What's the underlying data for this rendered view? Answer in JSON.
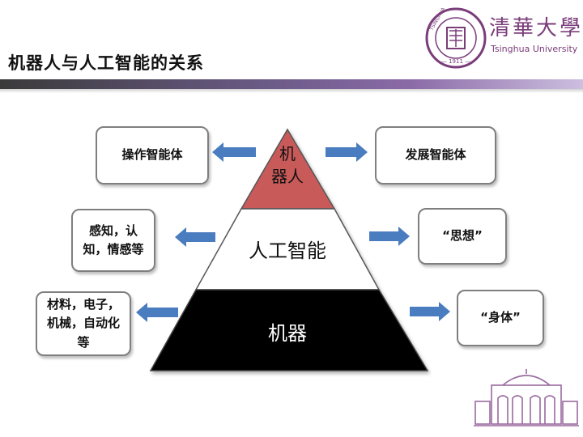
{
  "title": "机器人与人工智能的关系",
  "logo": {
    "cn": "清華大學",
    "en": "Tsinghua University",
    "seal_year": "1911"
  },
  "pyramid": {
    "top": "机\n器人",
    "middle": "人工智能",
    "bottom": "机器"
  },
  "left_boxes": [
    {
      "text": "操作智能体"
    },
    {
      "text": "感知，认知，情感等"
    },
    {
      "text": "材料，电子，机械，自动化等"
    }
  ],
  "right_boxes": [
    {
      "text": "发展智能体"
    },
    {
      "text": "“思想”"
    },
    {
      "text": "“身体”"
    }
  ],
  "colors": {
    "accent": "#6a5a86",
    "robot_tier": "#c85a5a",
    "arrow": "#4a7cc0",
    "logo": "#7a3d7a"
  }
}
